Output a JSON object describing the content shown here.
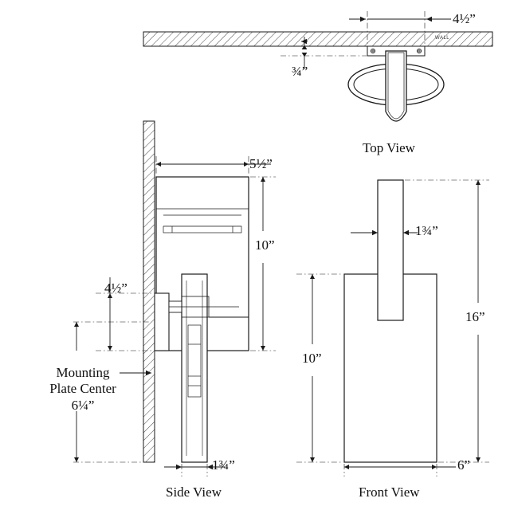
{
  "page": {
    "background": "#ffffff",
    "line_color": "#1a1a1a",
    "fill_color": "#ffffff"
  },
  "views": {
    "top": {
      "title": "Top View",
      "labels": {
        "width": "4½”",
        "projection_offset": "¾”",
        "wall_tag": "WALL"
      }
    },
    "side": {
      "title": "Side View",
      "labels": {
        "depth_top": "5½”",
        "shade_height": "10”",
        "backplate_width": "4½”",
        "mounting_plate_center_line1": "Mounting",
        "mounting_plate_center_line2": "Plate Center",
        "mounting_plate_center_value": "6¼”",
        "body_depth": "1¾”"
      }
    },
    "front": {
      "title": "Front View",
      "labels": {
        "stem_width": "1¾”",
        "overall_height": "16”",
        "shade_height": "10”",
        "shade_width": "6”"
      }
    }
  }
}
